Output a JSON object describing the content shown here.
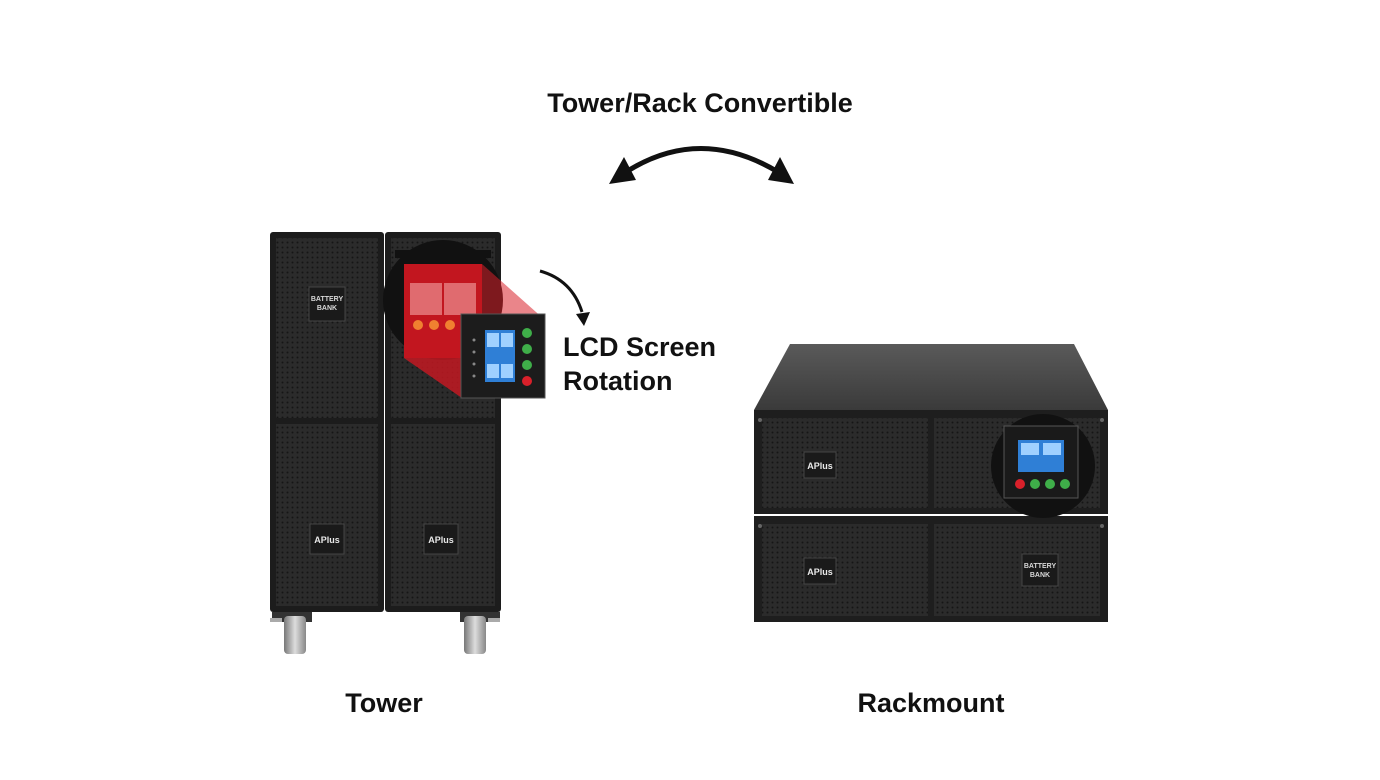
{
  "headline": "Tower/Rack Convertible",
  "lcd_label_line1": "LCD Screen",
  "lcd_label_line2": "Rotation",
  "tower_label": "Tower",
  "rackmount_label": "Rackmount",
  "tower": {
    "battery_bank_line1": "BATTERY",
    "battery_bank_line2": "BANK",
    "brand": "APlus"
  },
  "rackmount": {
    "battery_bank_line1": "BATTERY",
    "battery_bank_line2": "BANK",
    "brand": "APlus"
  },
  "colors": {
    "chassis": "#2a2a2a",
    "highlight_red": "#d9202a",
    "lcd_blue": "#2f7fd6",
    "button_green": "#3fae49"
  }
}
